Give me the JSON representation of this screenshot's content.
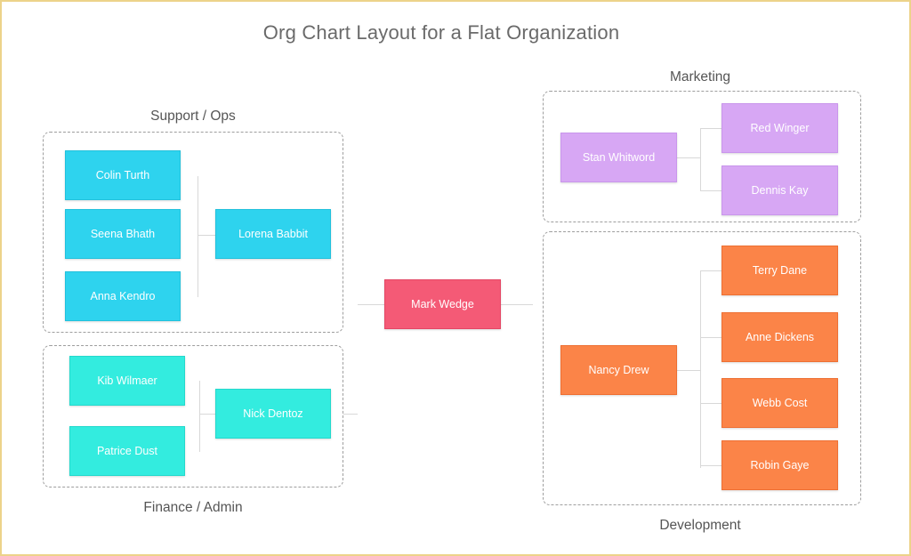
{
  "title": "Org Chart Layout for a Flat Organization",
  "groups": {
    "support_ops": "Support / Ops",
    "finance_admin": "Finance / Admin",
    "marketing": "Marketing",
    "development": "Development"
  },
  "nodes": {
    "center": "Mark Wedge",
    "support_ops": {
      "members": [
        "Colin Turth",
        "Seena Bhath",
        "Anna Kendro"
      ],
      "lead": "Lorena Babbit"
    },
    "finance_admin": {
      "members": [
        "Kib Wilmaer",
        "Patrice Dust"
      ],
      "lead": "Nick Dentoz"
    },
    "marketing": {
      "lead": "Stan Whitword",
      "members": [
        "Red Winger",
        "Dennis Kay"
      ]
    },
    "development": {
      "lead": "Nancy Drew",
      "members": [
        "Terry Dane",
        "Anne Dickens",
        "Webb Cost",
        "Robin Gaye"
      ]
    }
  },
  "colors": {
    "support_ops": "#2ed3ee",
    "finance_admin": "#33ecdf",
    "marketing": "#d7a7f4",
    "development": "#fb8448",
    "center": "#f45a76"
  }
}
